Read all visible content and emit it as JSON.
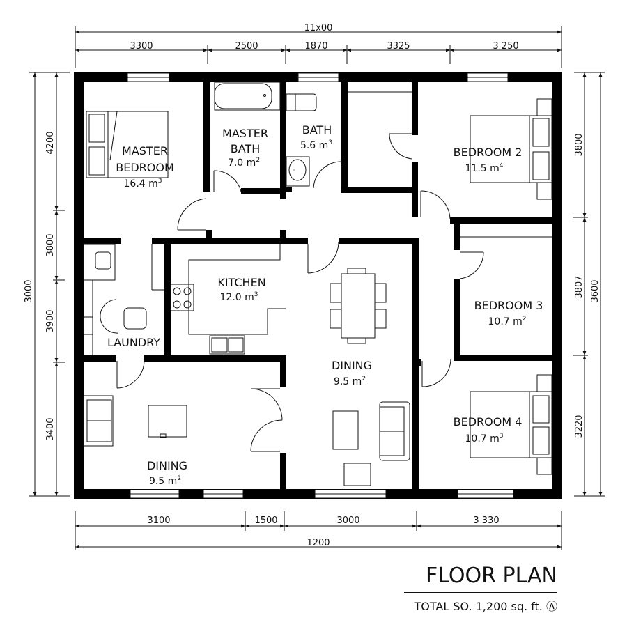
{
  "title": {
    "main": "FLOOR PLAN",
    "subtitle": "TOTAL SO. 1,200 sq. ft.",
    "symbol": "Ⓐ"
  },
  "dimensions": {
    "top_overall": "11x00",
    "top_segments": [
      "3300",
      "2500",
      "1870",
      "3325",
      "3 250"
    ],
    "bottom_segments": [
      "3100",
      "1500",
      "3000",
      "3 330"
    ],
    "bottom_overall": "1200",
    "left_overall": "3000",
    "left_segments": [
      "4200",
      "3800",
      "3900",
      "3400"
    ],
    "right_segments": [
      "3800",
      "3807",
      "3220"
    ],
    "right_overall": "3600"
  },
  "rooms": {
    "master_bedroom": {
      "name_line1": "MASTER",
      "name_line2": "BEDROOM",
      "area": "16.4 m",
      "unit_sup": "3"
    },
    "master_bath": {
      "name_line1": "MASTER",
      "name_line2": "BATH",
      "area": "7.0 m",
      "unit_sup": "2"
    },
    "bath": {
      "name": "BATH",
      "area": "5.6 m",
      "unit_sup": "3"
    },
    "bedroom2": {
      "name": "BEDROOM 2",
      "area": "11.5 m",
      "unit_sup": "4"
    },
    "kitchen": {
      "name": "KITCHEN",
      "area": "12.0 m",
      "unit_sup": "3"
    },
    "laundry": {
      "name": "LAUNDRY"
    },
    "bedroom3": {
      "name": "BEDROOM 3",
      "area": "10.7 m",
      "unit_sup": "2"
    },
    "dining_center": {
      "name": "DINING",
      "area": "9.5 m",
      "unit_sup": "2"
    },
    "dining_left": {
      "name": "DINING",
      "area": "9.5 m",
      "unit_sup": "2"
    },
    "bedroom4": {
      "name": "BEDROOM 4",
      "area": "10.7 m",
      "unit_sup": "3"
    }
  },
  "colors": {
    "wall": "#000000",
    "line": "#111111",
    "background": "#ffffff"
  }
}
